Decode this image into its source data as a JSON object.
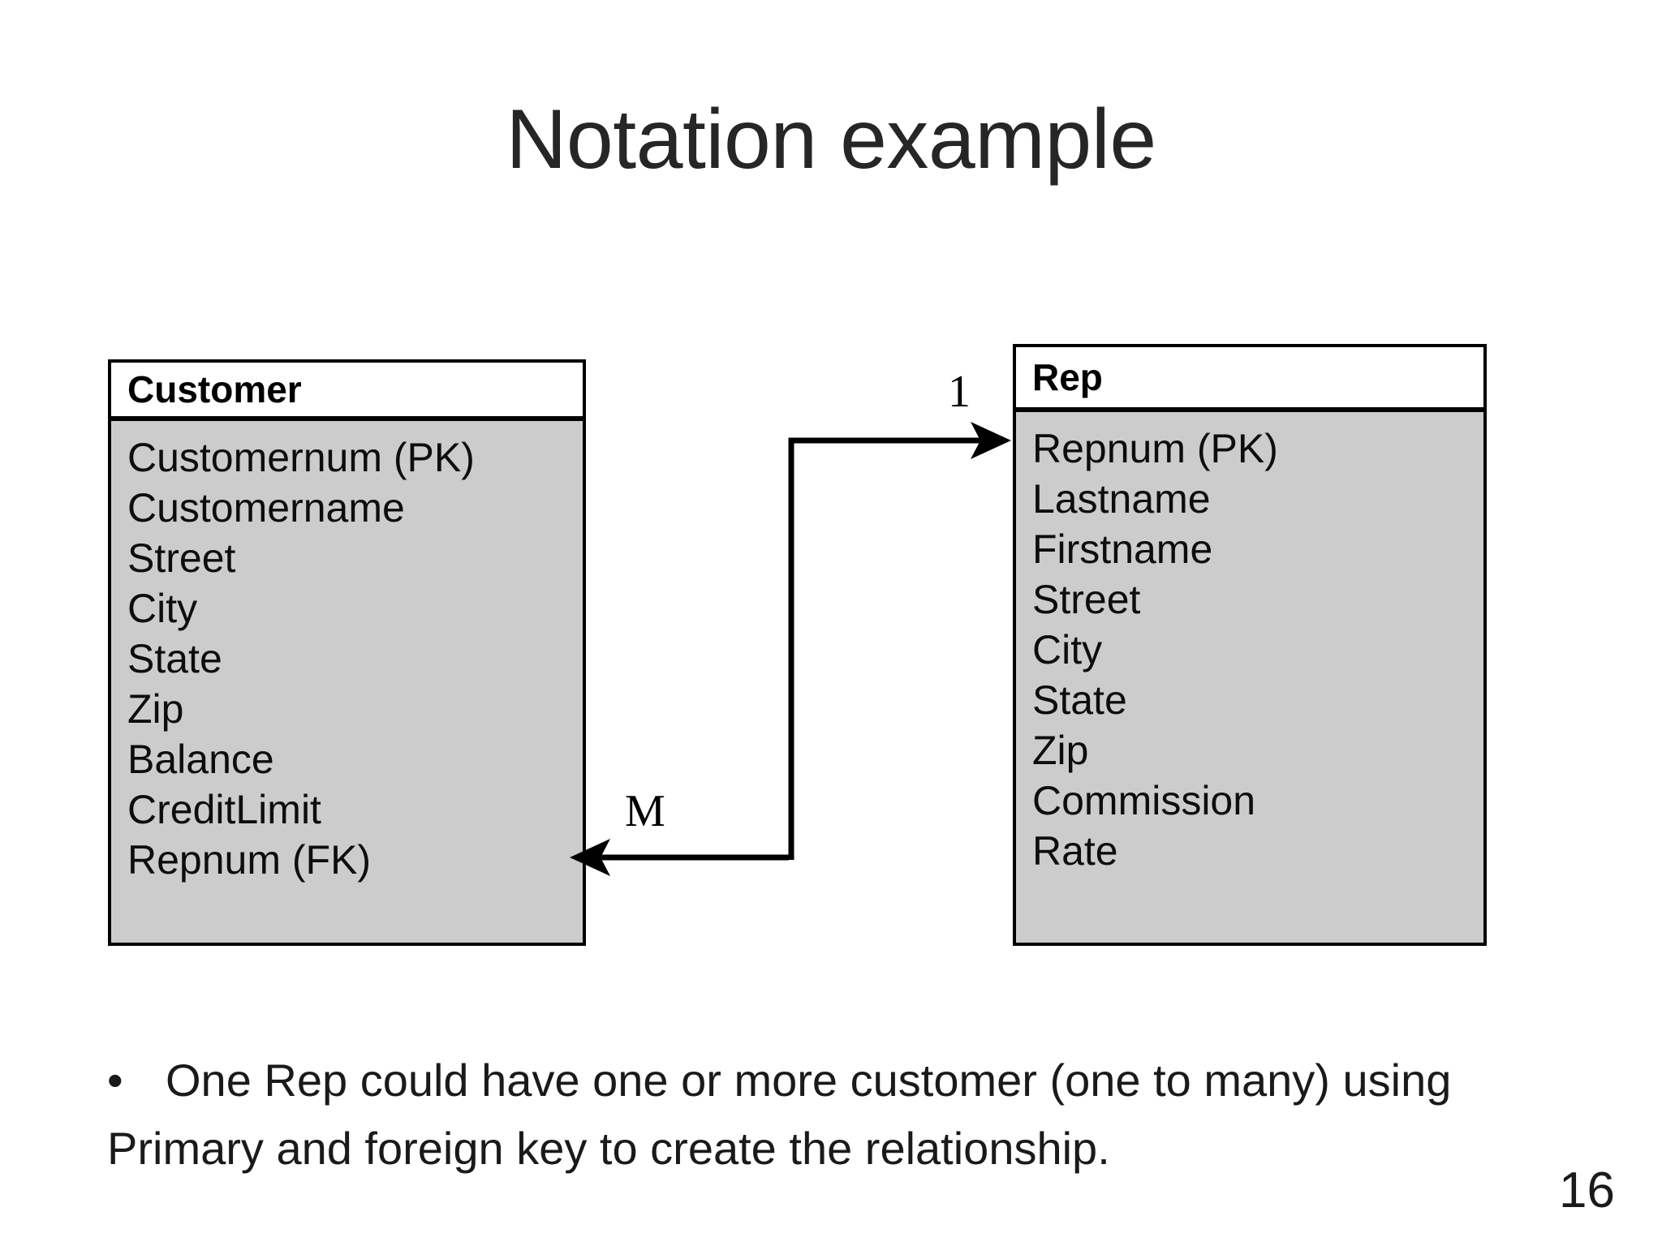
{
  "slide": {
    "title": "Notation example",
    "page_number": "16",
    "background_color": "#ffffff",
    "entity_fill_color": "#cccccc",
    "entity_border_color": "#000000",
    "text_color": "#1a1a1a"
  },
  "entities": {
    "customer": {
      "name": "Customer",
      "attributes": [
        "Customernum (PK)",
        "Customername",
        "Street",
        "City",
        "State",
        "Zip",
        "Balance",
        "CreditLimit",
        "Repnum (FK)"
      ]
    },
    "rep": {
      "name": "Rep",
      "attributes": [
        "Repnum (PK)",
        "Lastname",
        "Firstname",
        "Street",
        "City",
        "State",
        "Zip",
        "Commission",
        "Rate"
      ]
    }
  },
  "relationship": {
    "from": "Customer",
    "to": "Rep",
    "cardinality_one_label": "1",
    "cardinality_many_label": "M",
    "arrow_to_rep_icon": "arrow-right-icon",
    "arrow_to_customer_icon": "arrow-left-icon"
  },
  "notes": {
    "bullet_marker": "•",
    "line_1": "One Rep could have one or more customer (one to many) using",
    "line_2": "Primary and foreign key to create the relationship."
  }
}
